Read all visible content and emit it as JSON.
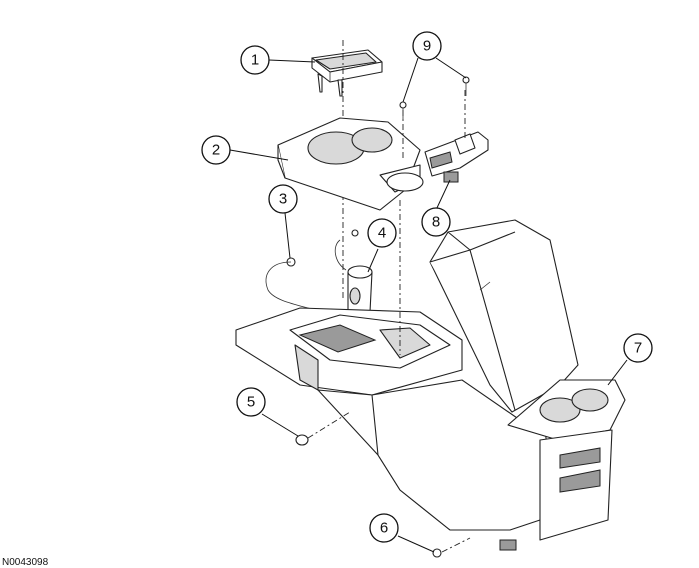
{
  "callouts": [
    {
      "id": "1",
      "label": "1"
    },
    {
      "id": "2",
      "label": "2"
    },
    {
      "id": "3",
      "label": "3"
    },
    {
      "id": "4",
      "label": "4"
    },
    {
      "id": "5",
      "label": "5"
    },
    {
      "id": "6",
      "label": "6"
    },
    {
      "id": "7",
      "label": "7"
    },
    {
      "id": "8",
      "label": "8"
    },
    {
      "id": "9",
      "label": "9"
    }
  ],
  "reference_code": "N0043098"
}
